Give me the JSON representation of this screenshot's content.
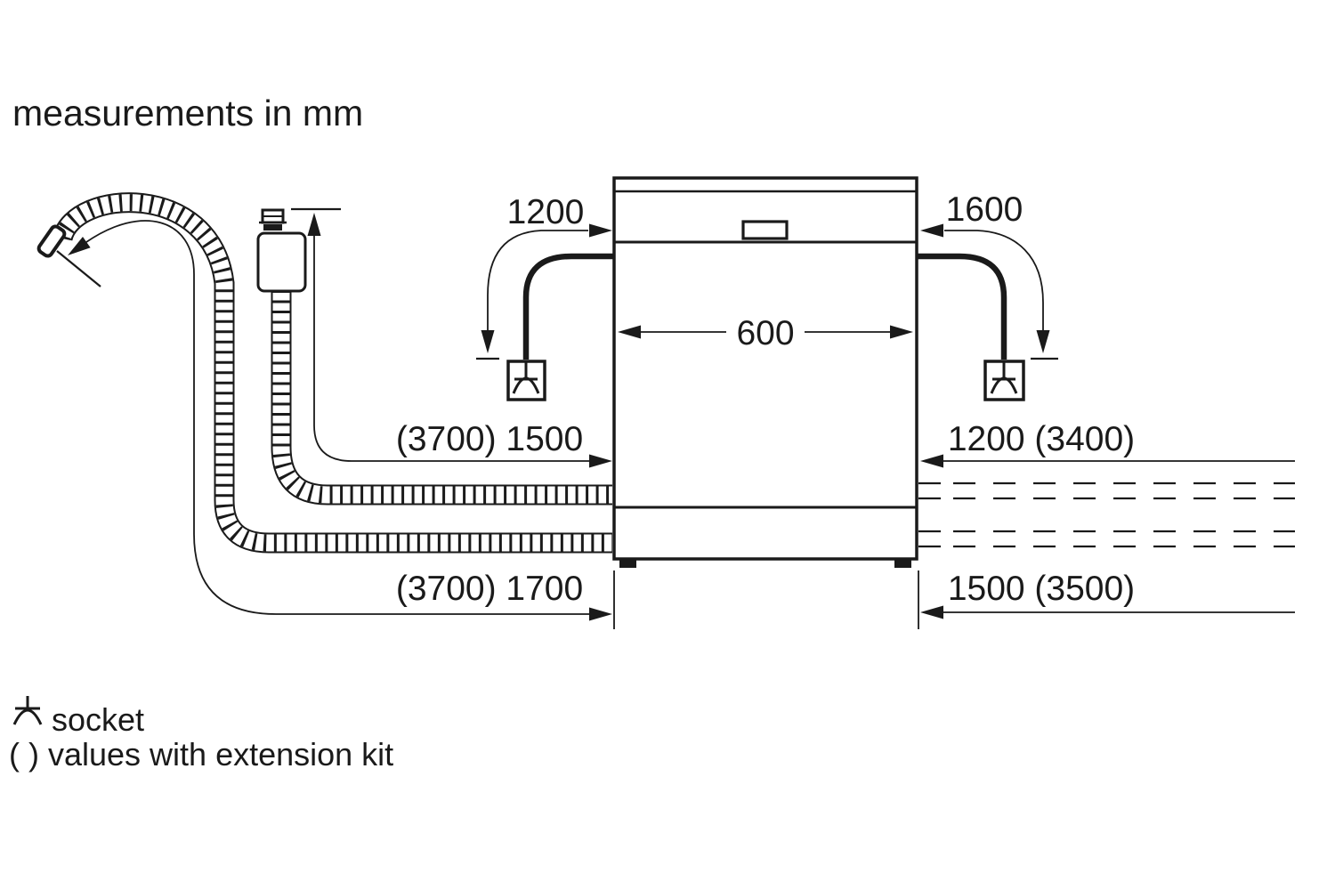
{
  "title": "measurements in mm",
  "dimensions": {
    "cord_left": "1200",
    "cord_right": "1600",
    "appliance_width": "600",
    "hose_left_upper": "(3700) 1500",
    "hose_right_upper": "1200 (3400)",
    "hose_left_lower": "(3700) 1700",
    "hose_right_lower": "1500 (3500)"
  },
  "legend": {
    "socket_label": "socket",
    "extension_note": "( ) values with extension kit"
  },
  "colors": {
    "line": "#1a1a1a",
    "background": "#ffffff"
  }
}
